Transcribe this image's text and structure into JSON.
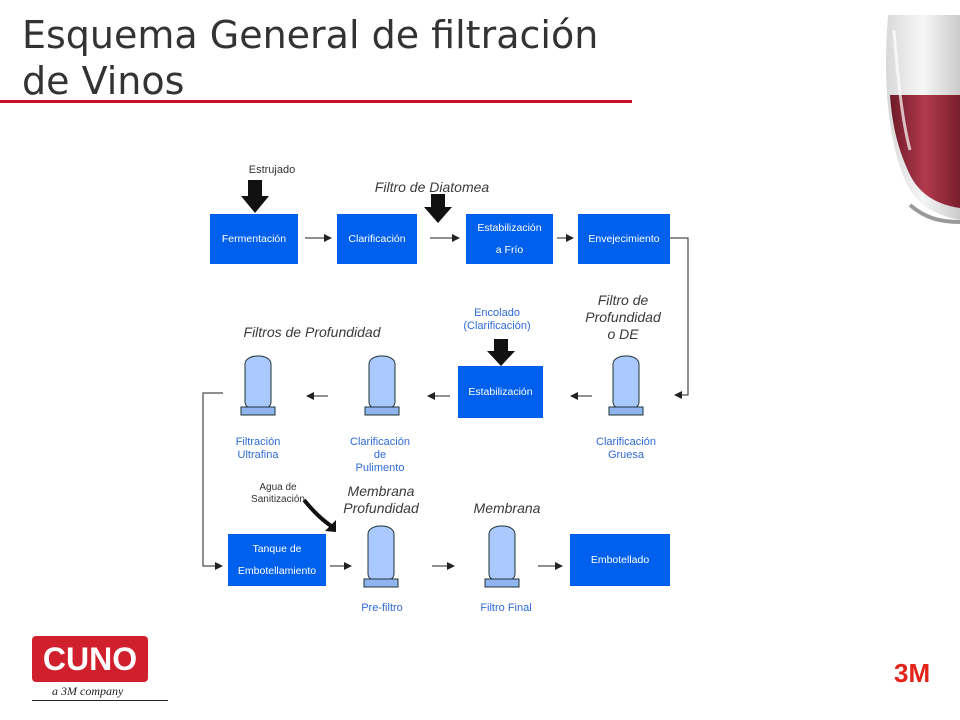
{
  "title": {
    "line1": "Esquema General de filtración",
    "line2": "de Vinos"
  },
  "labels": {
    "estrujado": "Estrujado",
    "filtro_diatomea": "Filtro de Diatomea",
    "encolado": [
      "Encolado",
      "(Clarificación)"
    ],
    "filtro_profundidad_de": [
      "Filtro de",
      "Profundidad",
      "o DE"
    ],
    "filtros_profundidad": "Filtros de Profundidad",
    "agua_sanitizacion": [
      "Agua de",
      "Sanitización"
    ],
    "membrana_profundidad": [
      "Membrana",
      "Profundidad"
    ],
    "membrana": "Membrana"
  },
  "boxes": {
    "fermentacion": "Fermentación",
    "clarificacion": "Clarificación",
    "estabilizacion_frio": [
      "Estabilización",
      "a Frío"
    ],
    "envejecimiento": "Envejecimiento",
    "estabilizacion": "Estabilización",
    "tanque": [
      "Tanque de",
      "Embotellamiento"
    ],
    "embotellado": "Embotellado"
  },
  "filters": {
    "ultrafina": [
      "Filtración",
      "Ultrafina"
    ],
    "pulimento": [
      "Clarificación",
      "de",
      "Pulimento"
    ],
    "gruesa": [
      "Clarificación",
      "Gruesa"
    ],
    "prefiltro": "Pre-filtro",
    "final": "Filtro Final"
  },
  "logos": {
    "cuno": "CUNO",
    "cuno_sub": "a 3M company",
    "threem": "3M"
  },
  "colors": {
    "box_blue": "#0060ee",
    "filter_blue": "#a9c9ff",
    "title_rule": "#c8102e",
    "label_blue": "#2f6bd6",
    "brand_red": "#e2231a"
  }
}
